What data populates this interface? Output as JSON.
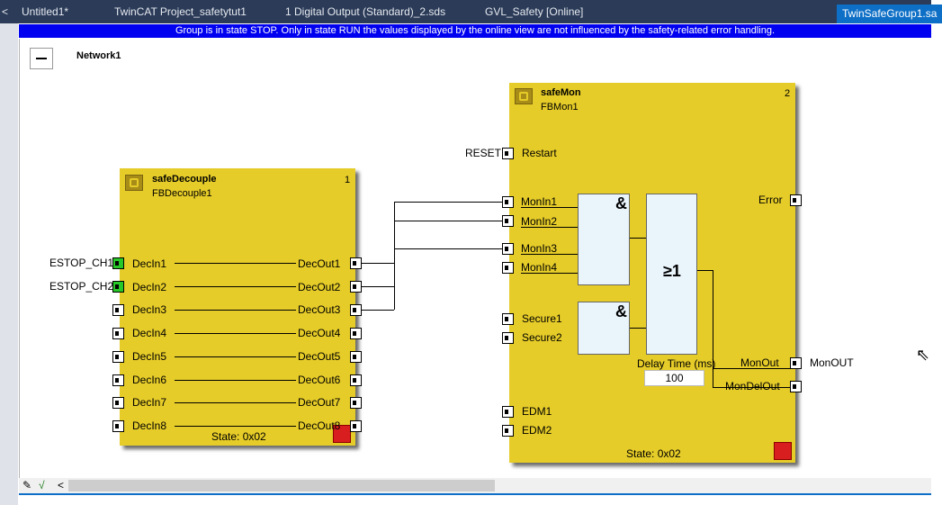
{
  "tabs": [
    {
      "label": "Untitled1*"
    },
    {
      "label": "TwinCAT Project_safetytut1"
    },
    {
      "label": "1 Digital Output (Standard)_2.sds"
    },
    {
      "label": "GVL_Safety [Online]"
    }
  ],
  "active_tab": "TwinSafeGroup1.sa",
  "tab_scroll_left": "<",
  "banner": "Group is in state STOP. Only in state RUN the values displayed by the online view are not influenced by the safety-related error handling.",
  "network": {
    "collapse_symbol": "−",
    "label": "Network1"
  },
  "fb1": {
    "type": "safeDecouple",
    "instance": "FBDecouple1",
    "number": "1",
    "state": "State: 0x02",
    "inputs": [
      "DecIn1",
      "DecIn2",
      "DecIn3",
      "DecIn4",
      "DecIn5",
      "DecIn6",
      "DecIn7",
      "DecIn8"
    ],
    "outputs": [
      "DecOut1",
      "DecOut2",
      "DecOut3",
      "DecOut4",
      "DecOut5",
      "DecOut6",
      "DecOut7",
      "DecOut8"
    ],
    "input_signals": [
      "ESTOP_CH1",
      "ESTOP_CH2"
    ]
  },
  "fb2": {
    "type": "safeMon",
    "instance": "FBMon1",
    "number": "2",
    "state": "State: 0x02",
    "restart": "Restart",
    "reset_signal": "RESET",
    "mon_inputs": [
      "MonIn1",
      "MonIn2",
      "MonIn3",
      "MonIn4"
    ],
    "secure_inputs": [
      "Secure1",
      "Secure2"
    ],
    "edm_inputs": [
      "EDM1",
      "EDM2"
    ],
    "error": "Error",
    "mon_out": "MonOut",
    "mon_del_out": "MonDelOut",
    "mon_out_signal": "MonOUT",
    "delay_label": "Delay Time (ms)",
    "delay_value": "100",
    "and_symbol": "&",
    "or_symbol": "≥1"
  },
  "toolbar": {
    "edit_icon": "✎",
    "check_icon": "√",
    "scroll_left": "<"
  },
  "colors": {
    "fb_fill": "#e6cc28",
    "tabbar": "#2b3b58",
    "banner": "#0000f0",
    "active_tab": "#0e6fc6"
  }
}
